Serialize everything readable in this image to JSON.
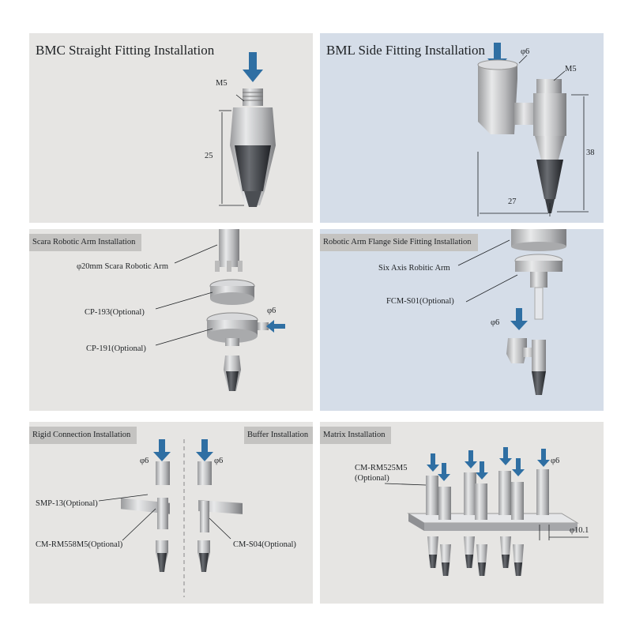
{
  "colors": {
    "panel_gray": "#e6e5e3",
    "panel_blue": "#d5dde8",
    "arrow_blue": "#2f6fa3",
    "tag_gray": "#c4c3c1"
  },
  "panels": {
    "bmc": {
      "title": "BMC Straight Fitting Installation",
      "thread_label": "M5",
      "height_label": "25"
    },
    "bml": {
      "title": "BML Side Fitting Installation",
      "port_label": "φ6",
      "thread_label": "M5",
      "height_label": "38",
      "width_label": "27"
    },
    "scara": {
      "title": "Scara Robotic Arm Installation",
      "arm_label": "φ20mm Scara Robotic Arm",
      "cp193_label": "CP-193(Optional)",
      "cp191_label": "CP-191(Optional)",
      "port_label": "φ6"
    },
    "flange": {
      "title": "Robotic Arm Flange Side Fitting Installation",
      "arm_label": "Six Axis Robitic Arm",
      "fcm_label": "FCM-S01(Optional)",
      "port_label": "φ6"
    },
    "rigid": {
      "title": "Rigid Connection Installation",
      "port_label": "φ6",
      "smp_label": "SMP-13(Optional)",
      "cm_label": "CM-RM558M5(Optional)"
    },
    "buffer": {
      "title": "Buffer Installation",
      "port_label": "φ6",
      "cm_label": "CM-S04(Optional)"
    },
    "matrix": {
      "title": "Matrix Installation",
      "part_label": "CM-RM525M5",
      "optional_label": "(Optional)",
      "port_label": "φ6",
      "pitch_label": "φ10.1"
    }
  }
}
